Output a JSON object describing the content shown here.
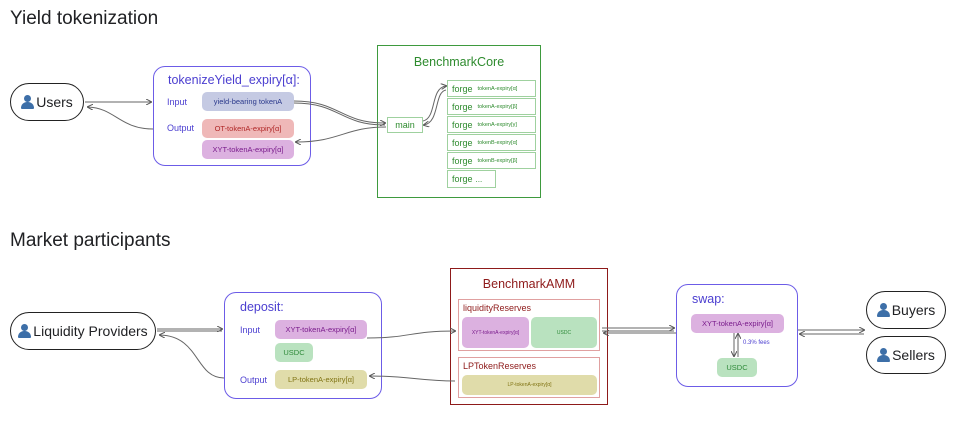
{
  "sections": {
    "yield": {
      "title": "Yield tokenization"
    },
    "market": {
      "title": "Market participants"
    }
  },
  "yield": {
    "users": {
      "label": "Users",
      "icon": "user-icon"
    },
    "tokenize": {
      "title": "tokenizeYield_expiry[α]:",
      "input_label": "Input",
      "output_label": "Output",
      "input_tokens": [
        "yield-bearing tokenA"
      ],
      "output_tokens": [
        "OT-tokenA-expiry[α]",
        "XYT-tokenA-expiry[α]"
      ]
    },
    "core": {
      "title": "BenchmarkCore",
      "main_label": "main",
      "forges": [
        {
          "label": "forge",
          "sub": "tokenA-expiry[α]"
        },
        {
          "label": "forge",
          "sub": "tokenA-expiry[β]"
        },
        {
          "label": "forge",
          "sub": "tokenA-expiry[γ]"
        },
        {
          "label": "forge",
          "sub": "tokenB-expiry[α]"
        },
        {
          "label": "forge",
          "sub": "tokenB-expiry[β]"
        },
        {
          "label": "forge",
          "sub": "..."
        }
      ]
    }
  },
  "market": {
    "lp": {
      "label": "Liquidity Providers",
      "icon": "user-icon"
    },
    "deposit": {
      "title": "deposit:",
      "input_label": "Input",
      "output_label": "Output",
      "input_tokens": [
        "XYT-tokenA-expiry[α]",
        "USDC"
      ],
      "output_tokens": [
        "LP-tokenA-expiry[α]"
      ]
    },
    "amm": {
      "title": "BenchmarkAMM",
      "liquidity": {
        "title": "liquidityReserves",
        "tokens": [
          "XYT-tokenA-expiry[α]",
          "USDC"
        ]
      },
      "lp_reserves": {
        "title": "LPTokenReserves",
        "tokens": [
          "LP-tokenA-expiry[α]"
        ]
      }
    },
    "swap": {
      "title": "swap:",
      "from_token": "XYT-tokenA-expiry[α]",
      "to_token": "USDC",
      "fee_label": "0.3% fees"
    },
    "buyers": {
      "label": "Buyers",
      "icon": "user-icon"
    },
    "sellers": {
      "label": "Sellers",
      "icon": "user-icon"
    }
  },
  "colors": {
    "function_border": "#6c5ce7",
    "core_border": "#3e9a3e",
    "amm_border": "#8e1a1a",
    "user_icon": "#3d6fa8"
  }
}
